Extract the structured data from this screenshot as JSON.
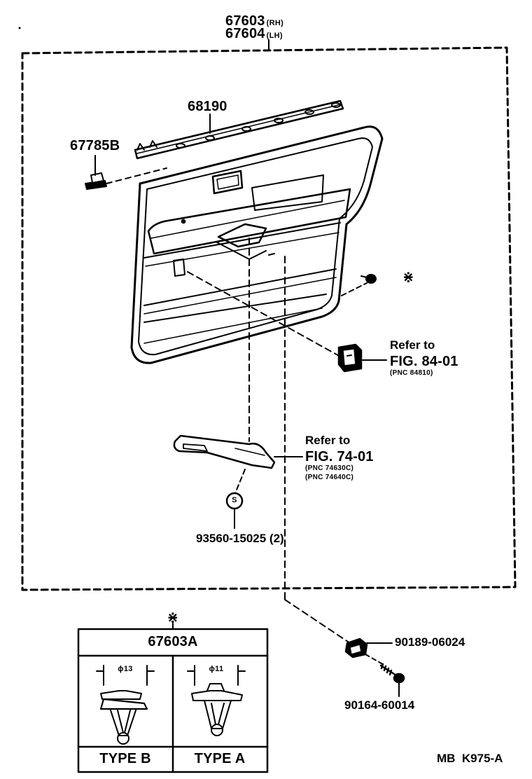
{
  "diagram": {
    "assembly": {
      "part_rh": "67603",
      "suffix_rh": "(RH)",
      "part_lh": "67604",
      "suffix_lh": "(LH)"
    },
    "parts": {
      "molding": "68190",
      "clip_holder": "67785B",
      "door_handle_screw": "93560-15025 (2)",
      "handle_bezel": "90189-06024",
      "screw": "90164-60014"
    },
    "references": {
      "switch": {
        "refer": "Refer to",
        "fig": "FIG. 84-01",
        "pnc": "(PNC 84810)"
      },
      "handle": {
        "refer": "Refer to",
        "fig": "FIG. 74-01",
        "pnc1": "(PNC 74630C)",
        "pnc2": "(PNC 74640C)"
      }
    },
    "clip_table": {
      "mark": "⋇",
      "title": "67603A",
      "type_b": {
        "dimension": "ϕ13",
        "label": "TYPE B"
      },
      "type_a": {
        "dimension": "ϕ11",
        "label": "TYPE A"
      }
    },
    "screw_symbol": "S",
    "clip_mark": "⋇",
    "code": "MB  K975-A"
  }
}
